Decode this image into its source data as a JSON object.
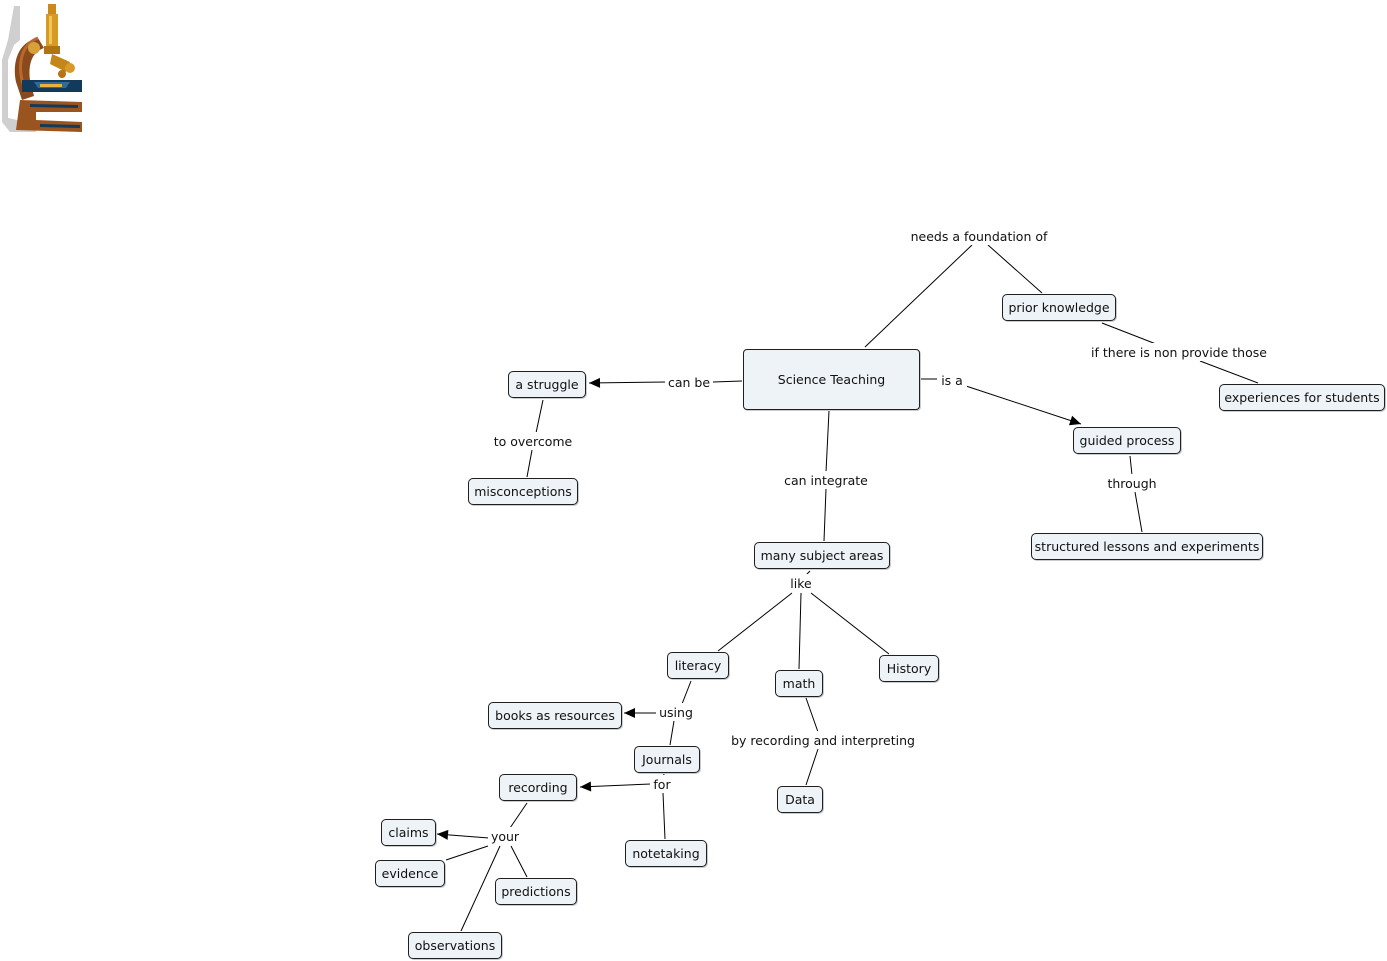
{
  "concepts": {
    "science_teaching": "Science Teaching",
    "prior_knowledge": "prior knowledge",
    "experiences": "experiences for students",
    "a_struggle": "a struggle",
    "misconceptions": "misconceptions",
    "guided_process": "guided process",
    "structured": "structured lessons and experiments",
    "many_subjects": "many subject areas",
    "literacy": "literacy",
    "math": "math",
    "history": "History",
    "books": "books as resources",
    "journals": "Journals",
    "data": "Data",
    "recording": "recording",
    "notetaking": "notetaking",
    "claims": "claims",
    "evidence": "evidence",
    "predictions": "predictions",
    "observations": "observations"
  },
  "linking_phrases": {
    "needs_foundation": "needs a foundation of",
    "if_there_is_non": "if there is non provide those",
    "can_be": "can be",
    "to_overcome": "to overcome",
    "is_a": "is a",
    "through": "through",
    "can_integrate": "can integrate",
    "like": "like",
    "using": "using",
    "by_recording": "by recording and interpreting",
    "for": "for",
    "your": "your"
  },
  "icons": {
    "corner_image": "microscope-icon"
  },
  "colors": {
    "node_fill": "#eef3f7",
    "node_border": "#1f1f1f",
    "line": "#000000"
  }
}
